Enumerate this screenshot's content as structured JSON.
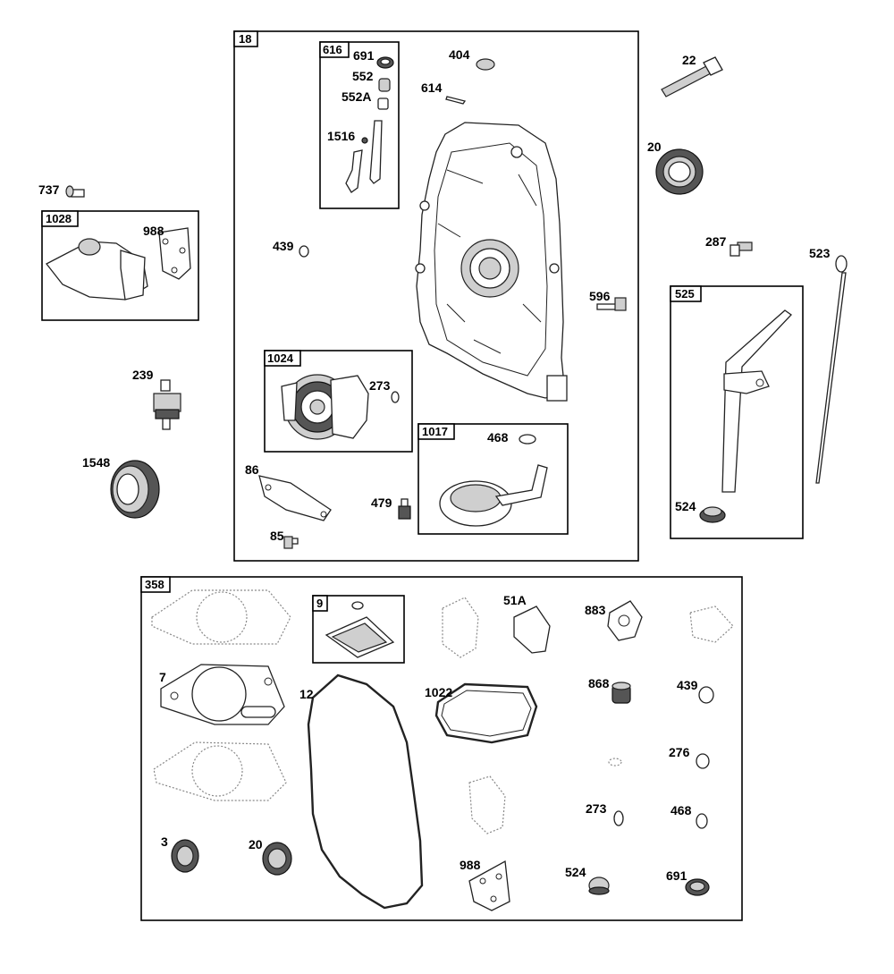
{
  "groups": {
    "g18": "18",
    "g616": "616",
    "g1028": "1028",
    "g1024": "1024",
    "g1017": "1017",
    "g525": "525",
    "g358": "358",
    "g9": "9"
  },
  "labels": {
    "p691a": "691",
    "p552": "552",
    "p552a": "552A",
    "p1516": "1516",
    "p404": "404",
    "p614": "614",
    "p22": "22",
    "p20a": "20",
    "p737": "737",
    "p988a": "988",
    "p439a": "439",
    "p287": "287",
    "p523": "523",
    "p596": "596",
    "p239": "239",
    "p273a": "273",
    "p1548": "1548",
    "p86": "86",
    "p468a": "468",
    "p479": "479",
    "p524a": "524",
    "p85": "85",
    "p51a": "51A",
    "p883": "883",
    "p7": "7",
    "p12": "12",
    "p1022": "1022",
    "p868": "868",
    "p439b": "439",
    "p276": "276",
    "p273b": "273",
    "p468b": "468",
    "p3": "3",
    "p20b": "20",
    "p988b": "988",
    "p524b": "524",
    "p691b": "691"
  }
}
